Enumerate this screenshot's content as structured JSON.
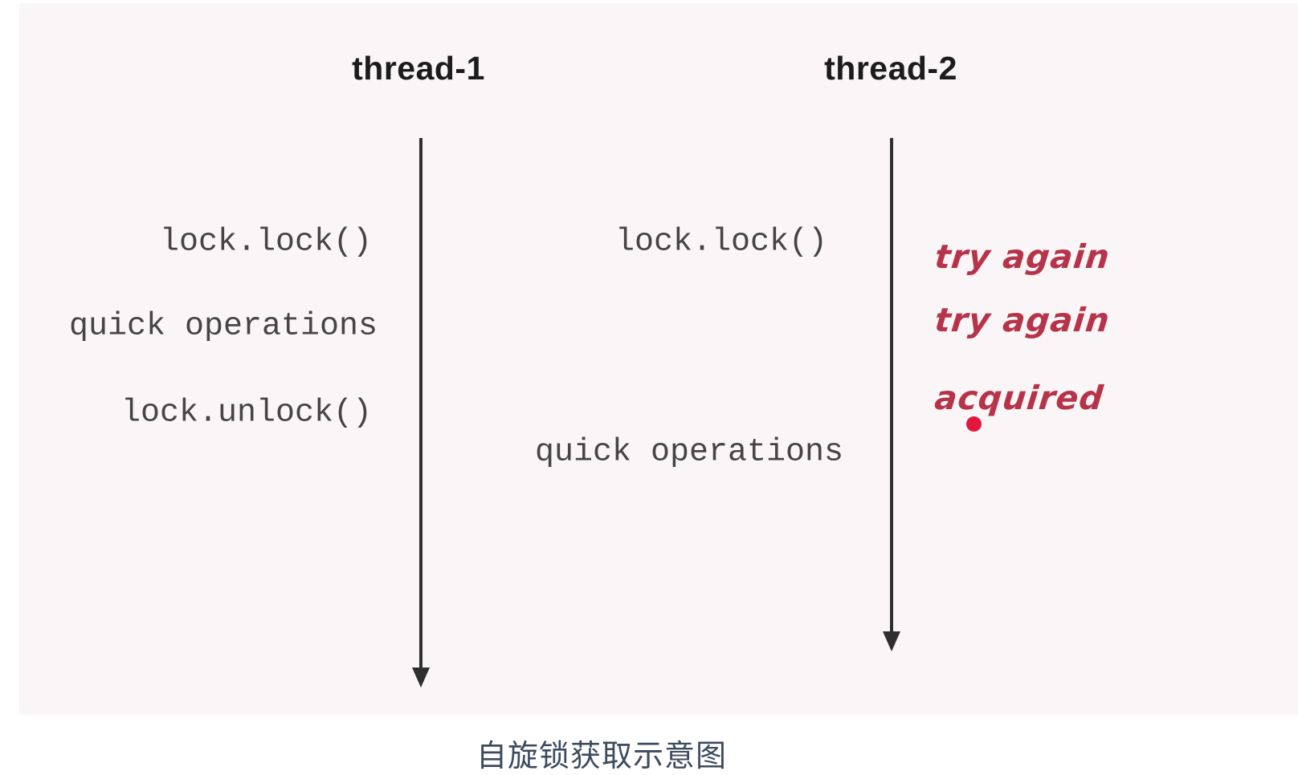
{
  "diagram": {
    "caption": "自旋锁获取示意图",
    "threads": [
      {
        "title": "thread-1",
        "events": [
          {
            "label": "lock.lock()"
          },
          {
            "label": "quick operations"
          },
          {
            "label": "lock.unlock()"
          }
        ]
      },
      {
        "title": "thread-2",
        "events": [
          {
            "label": "lock.lock()"
          },
          {
            "label": "quick operations"
          }
        ]
      }
    ],
    "annotations": [
      {
        "label": "try again"
      },
      {
        "label": "try again"
      },
      {
        "label": "acquired"
      }
    ],
    "colors": {
      "panel_bg": "#faf6f7",
      "timeline": "#2f2f2f",
      "code_text": "#454545",
      "annotation_text": "#b7334a",
      "acquired_dot": "#e2173d",
      "caption_text": "#3d4b5f"
    }
  }
}
